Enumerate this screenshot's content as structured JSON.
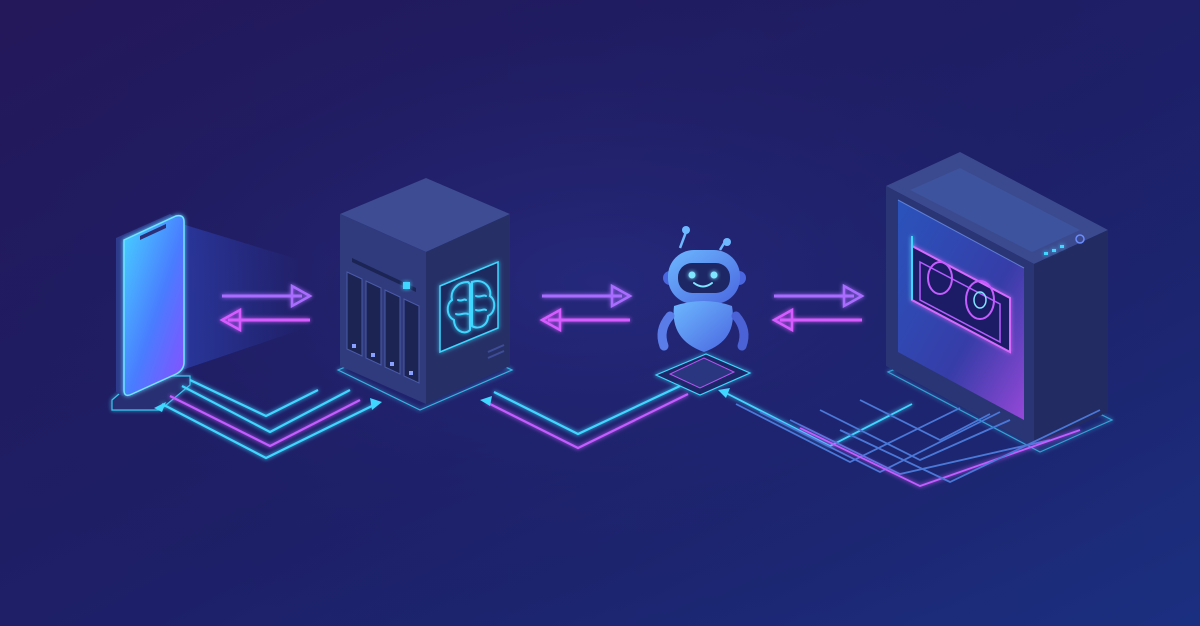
{
  "theme": {
    "bg_left": "#24175a",
    "bg_right": "#1b2a7a",
    "cyan": "#3fd6ff",
    "magenta": "#c45bff",
    "panel_top": "#3b4a8e",
    "panel_left": "#2b3675",
    "panel_right": "#232c63"
  },
  "nodes": [
    {
      "id": "phone",
      "icon": "smartphone-icon"
    },
    {
      "id": "ai-server",
      "icon": "brain-icon"
    },
    {
      "id": "chatbot",
      "icon": "robot-icon"
    },
    {
      "id": "gpu-workstation",
      "icon": "gpu-card-icon"
    }
  ],
  "connections": [
    {
      "from": "phone",
      "to": "ai-server",
      "direction": "bidirectional"
    },
    {
      "from": "ai-server",
      "to": "chatbot",
      "direction": "bidirectional"
    },
    {
      "from": "chatbot",
      "to": "gpu-workstation",
      "direction": "bidirectional"
    }
  ]
}
